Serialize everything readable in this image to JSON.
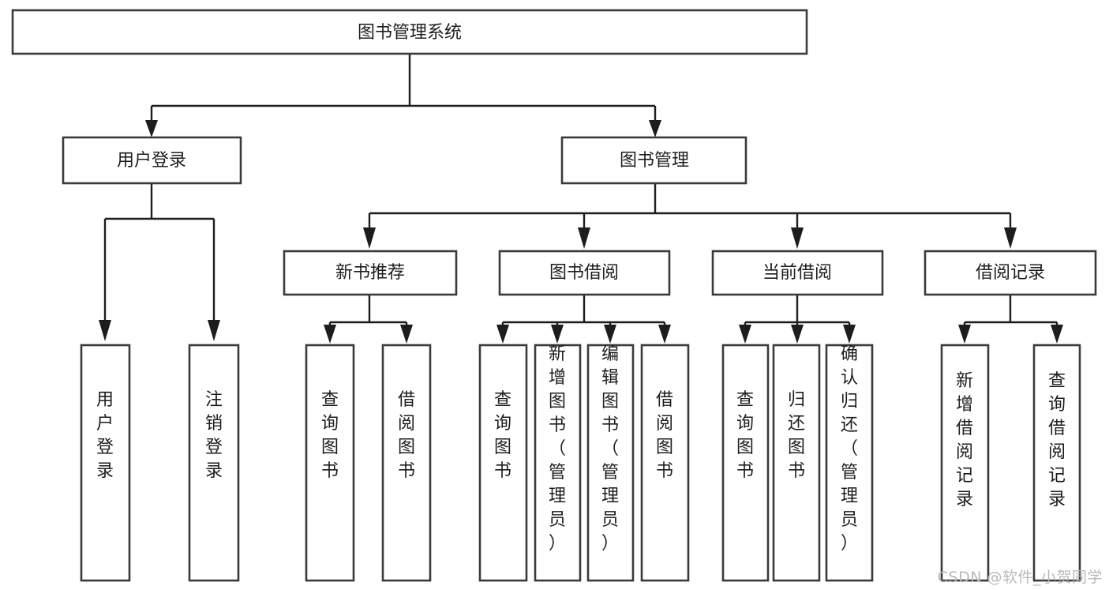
{
  "diagram": {
    "type": "tree-hierarchy",
    "title": "图书管理系统",
    "watermark": "CSDN @软件_小贺同学",
    "colors": {
      "box_stroke": "#3a3a3a",
      "connector": "#1d1d1d",
      "background": "#ffffff",
      "text": "#1d1d1d",
      "watermark": "#b9b9b9"
    },
    "levels": {
      "root": {
        "label": "图书管理系统"
      },
      "level2": [
        {
          "label": "用户登录"
        },
        {
          "label": "图书管理"
        }
      ],
      "level3": [
        {
          "label": "新书推荐"
        },
        {
          "label": "图书借阅"
        },
        {
          "label": "当前借阅"
        },
        {
          "label": "借阅记录"
        }
      ],
      "leaves": [
        {
          "label": "用户登录",
          "parent": "用户登录"
        },
        {
          "label": "注销登录",
          "parent": "用户登录"
        },
        {
          "label": "查询图书",
          "parent": "新书推荐"
        },
        {
          "label": "借阅图书",
          "parent": "新书推荐"
        },
        {
          "label": "查询图书",
          "parent": "图书借阅"
        },
        {
          "label": "新增图书（管理员）",
          "parent": "图书借阅"
        },
        {
          "label": "编辑图书（管理员）",
          "parent": "图书借阅"
        },
        {
          "label": "借阅图书",
          "parent": "图书借阅"
        },
        {
          "label": "查询图书",
          "parent": "当前借阅"
        },
        {
          "label": "归还图书",
          "parent": "当前借阅"
        },
        {
          "label": "确认归还（管理员）",
          "parent": "当前借阅"
        },
        {
          "label": "新增借阅记录",
          "parent": "借阅记录"
        },
        {
          "label": "查询借阅记录",
          "parent": "借阅记录"
        }
      ]
    }
  }
}
